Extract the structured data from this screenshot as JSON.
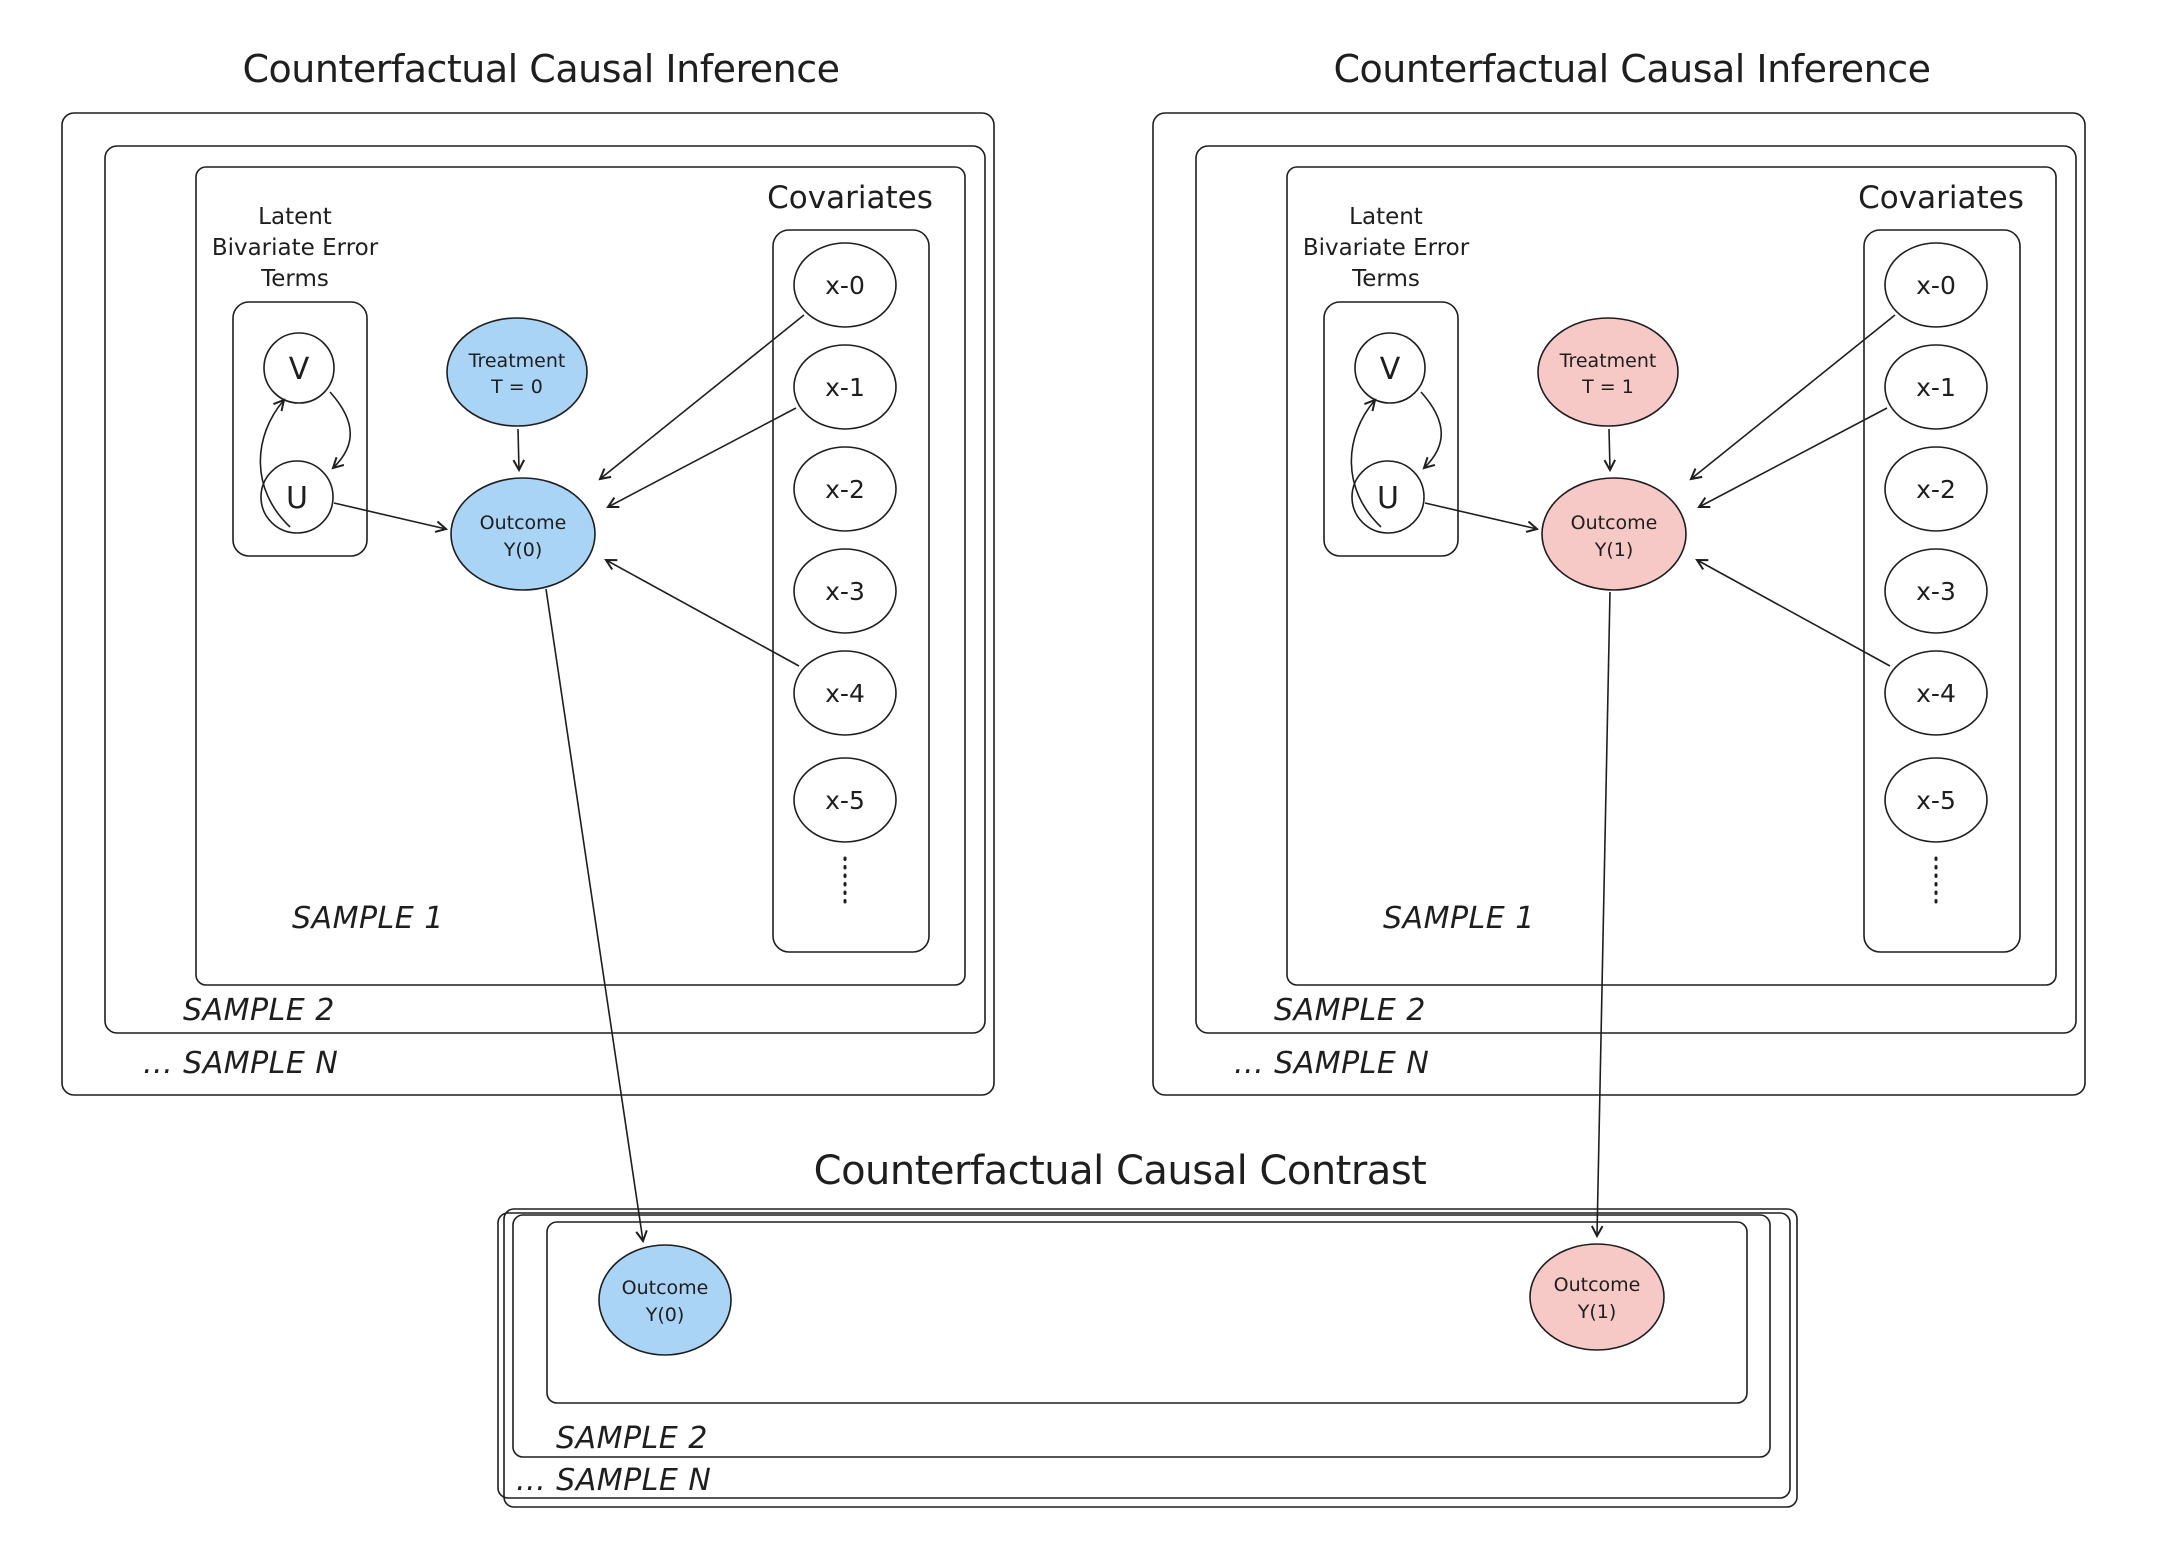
{
  "colors": {
    "ink": "#1e1e1e",
    "blue": "#a9d4f5",
    "pink": "#f6c9c7",
    "background": "#ffffff"
  },
  "left_panel": {
    "title": "Counterfactual Causal Inference",
    "latent_label": {
      "line1": "Latent",
      "line2": "Bivariate Error",
      "line3": "Terms"
    },
    "latent_nodes": {
      "v": "V",
      "u": "U"
    },
    "treatment": {
      "line1": "Treatment",
      "line2": "T = 0"
    },
    "outcome": {
      "line1": "Outcome",
      "line2": "Y(0)"
    },
    "covariates": {
      "label": "Covariates",
      "items": [
        "x-0",
        "x-1",
        "x-2",
        "x-3",
        "x-4",
        "x-5"
      ]
    },
    "samples": {
      "sample1": "SAMPLE 1",
      "sample2": "SAMPLE 2",
      "sampleN": "... SAMPLE N"
    }
  },
  "right_panel": {
    "title": "Counterfactual Causal Inference",
    "latent_label": {
      "line1": "Latent",
      "line2": "Bivariate Error",
      "line3": "Terms"
    },
    "latent_nodes": {
      "v": "V",
      "u": "U"
    },
    "treatment": {
      "line1": "Treatment",
      "line2": "T = 1"
    },
    "outcome": {
      "line1": "Outcome",
      "line2": "Y(1)"
    },
    "covariates": {
      "label": "Covariates",
      "items": [
        "x-0",
        "x-1",
        "x-2",
        "x-3",
        "x-4",
        "x-5"
      ]
    },
    "samples": {
      "sample1": "SAMPLE 1",
      "sample2": "SAMPLE 2",
      "sampleN": "... SAMPLE N"
    }
  },
  "contrast_panel": {
    "title": "Counterfactual Causal Contrast",
    "outcome_y0": {
      "line1": "Outcome",
      "line2": "Y(0)"
    },
    "outcome_y1": {
      "line1": "Outcome",
      "line2": "Y(1)"
    },
    "samples": {
      "sample2": "SAMPLE 2",
      "sampleN": "... SAMPLE N"
    }
  }
}
